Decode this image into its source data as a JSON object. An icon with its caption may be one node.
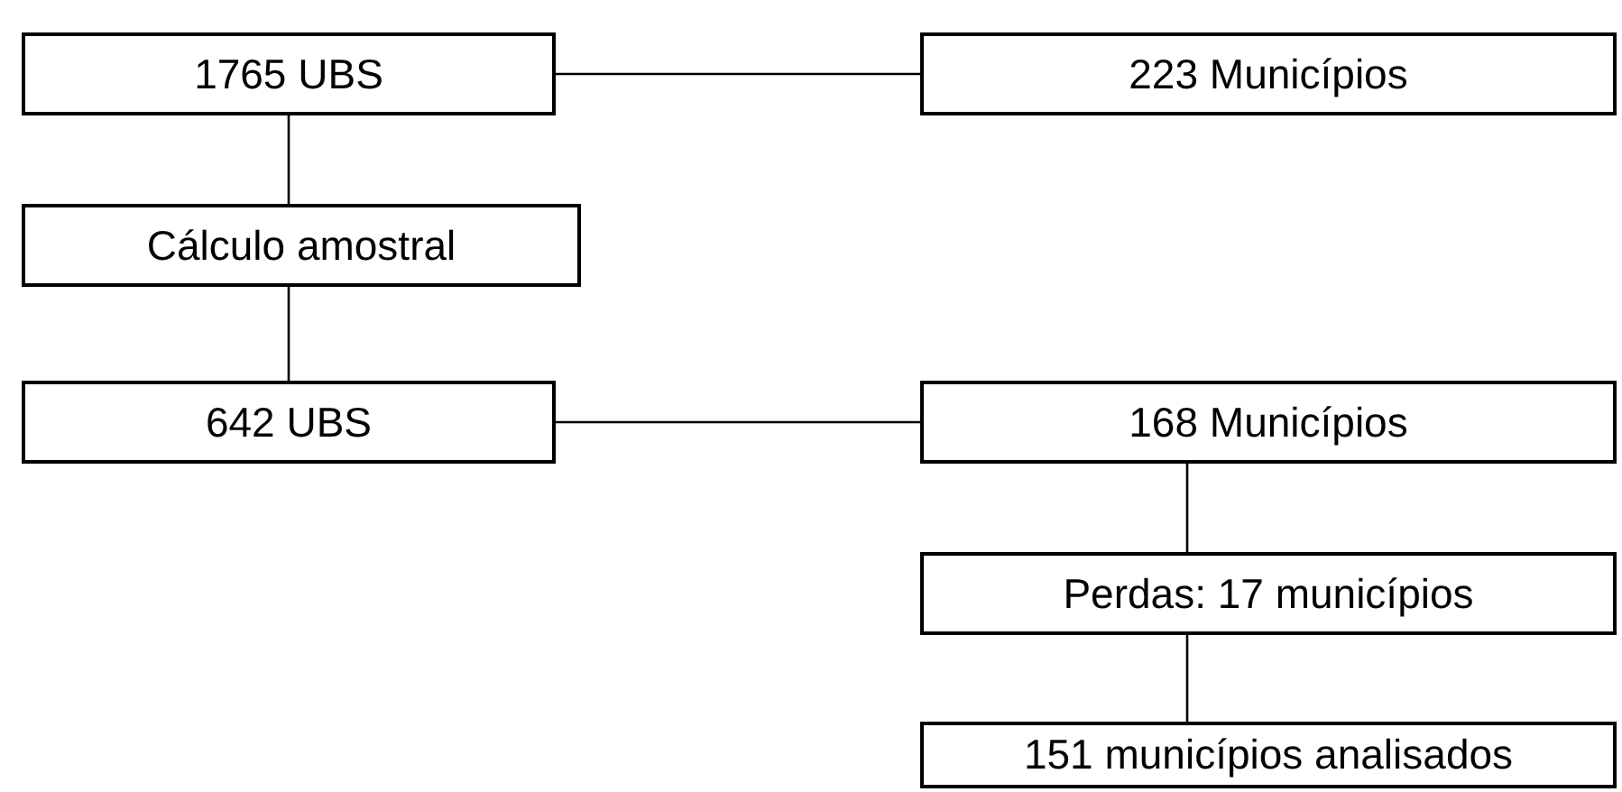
{
  "diagram": {
    "nodes": [
      {
        "text": [
          "1765 UBS"
        ]
      },
      {
        "text": [
          "223 Municípios"
        ]
      },
      {
        "text": [
          "Cálculo amostral"
        ]
      },
      {
        "text": [
          "642 UBS"
        ]
      },
      {
        "text": [
          "168 Municípios"
        ]
      },
      {
        "text": [
          "Perdas: 17 municípios"
        ]
      },
      {
        "text": [
          "151 municípios analisados"
        ]
      }
    ],
    "edges": [
      {
        "from": 0,
        "to": 1,
        "arrow": "none"
      },
      {
        "from": 0,
        "to": 2,
        "arrow": "none"
      },
      {
        "from": 2,
        "to": 3,
        "arrow": "none"
      },
      {
        "from": 3,
        "to": 4,
        "arrow": "none"
      },
      {
        "from": 4,
        "to": 5,
        "arrow": "none"
      },
      {
        "from": 5,
        "to": 6,
        "arrow": "none"
      }
    ]
  }
}
